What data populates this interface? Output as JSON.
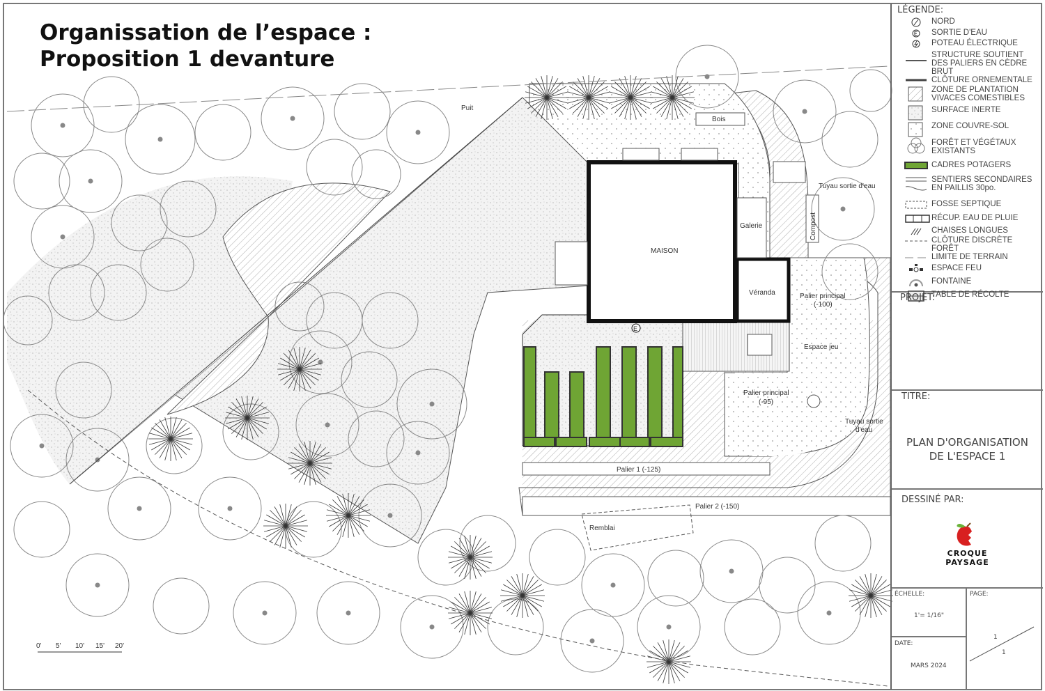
{
  "title": {
    "line1": "Organissation de l’espace :",
    "line2": "Proposition 1 devanture"
  },
  "plan_labels": {
    "well": "Puit",
    "wood": "Bois",
    "gallery": "Galerie",
    "house": "MAISON",
    "veranda": "Véranda",
    "compost": "Compost",
    "water_pipe_1": "Tuyau sortie d'eau",
    "landing_main_100": [
      "Palier principal",
      "(-100)"
    ],
    "play_area": "Espace jeu",
    "landing_main_95": [
      "Palier principal",
      "(-95)"
    ],
    "water_pipe_2": [
      "Tuyau sortie",
      "d'eau"
    ],
    "landing_1": "Palier 1 (-125)",
    "landing_2": "Palier 2 (-150)",
    "backfill": "Remblai",
    "water_outlet_symbol": "E"
  },
  "scale_bar": [
    "0'",
    "5'",
    "10'",
    "15'",
    "20'"
  ],
  "legend": {
    "heading": "LÉGENDE:",
    "items": [
      {
        "label": "NORD",
        "icon": "north-icon"
      },
      {
        "label": "SORTIE D'EAU",
        "icon": "water-outlet-icon"
      },
      {
        "label": "POTEAU ÉLECTRIQUE",
        "icon": "electric-pole-icon"
      },
      {
        "label": "STRUCTURE SOUTIENT DES PALIERS EN CÈDRE BRUT",
        "icon": "thin-line-icon"
      },
      {
        "label": "CLÔTURE ORNEMENTALE",
        "icon": "thick-line-icon"
      },
      {
        "label": "ZONE DE PLANTATION VIVACES COMESTIBLES",
        "icon": "hatch-swatch-icon"
      },
      {
        "label": "SURFACE INERTE",
        "icon": "speckle-swatch-icon"
      },
      {
        "label": "ZONE COUVRE-SOL",
        "icon": "dot-swatch-icon"
      },
      {
        "label": "FORÊT ET VÉGÉTAUX EXISTANTS",
        "icon": "tree-circles-icon"
      },
      {
        "label": "CADRES POTAGERS",
        "icon": "green-bed-icon"
      },
      {
        "label": "SENTIERS SECONDAIRES EN PAILLIS 30po.",
        "icon": "path-lines-icon"
      },
      {
        "label": "FOSSE SEPTIQUE",
        "icon": "dashed-box-icon"
      },
      {
        "label": "RÉCUP. EAU DE PLUIE",
        "icon": "rain-barrel-icon"
      },
      {
        "label": "CHAISES LONGUES",
        "icon": "lounge-chair-icon"
      },
      {
        "label": "CLÔTURE DISCRÈTE FORÊT",
        "icon": "dashed-line-icon"
      },
      {
        "label": "LIMITE DE TERRAIN",
        "icon": "long-dash-line-icon"
      },
      {
        "label": "ESPACE FEU",
        "icon": "fire-pit-icon"
      },
      {
        "label": "FONTAINE",
        "icon": "fountain-icon"
      },
      {
        "label": "TABLE DE RÉCOLTE",
        "icon": "harvest-table-icon"
      }
    ]
  },
  "title_block": {
    "project_label": "PROJET:",
    "title_label": "TITRE:",
    "title_value": [
      "PLAN D'ORGANISATION",
      "DE L'ESPACE 1"
    ],
    "drawn_by_label": "DESSINÉ PAR:",
    "logo_text": [
      "CROQUE",
      "PAYSAGE"
    ],
    "scale_label": "ÉCHELLE:",
    "scale_value": "1'= 1/16\"",
    "page_label": "PAGE:",
    "page_num": "1",
    "page_total": "1",
    "date_label": "DATE:",
    "date_value": "MARS 2024"
  },
  "colors": {
    "garden_bed": "#6fa534",
    "wall": "#111111",
    "line": "#555555",
    "logo_red": "#d82020",
    "logo_leaf": "#6bb33a"
  }
}
